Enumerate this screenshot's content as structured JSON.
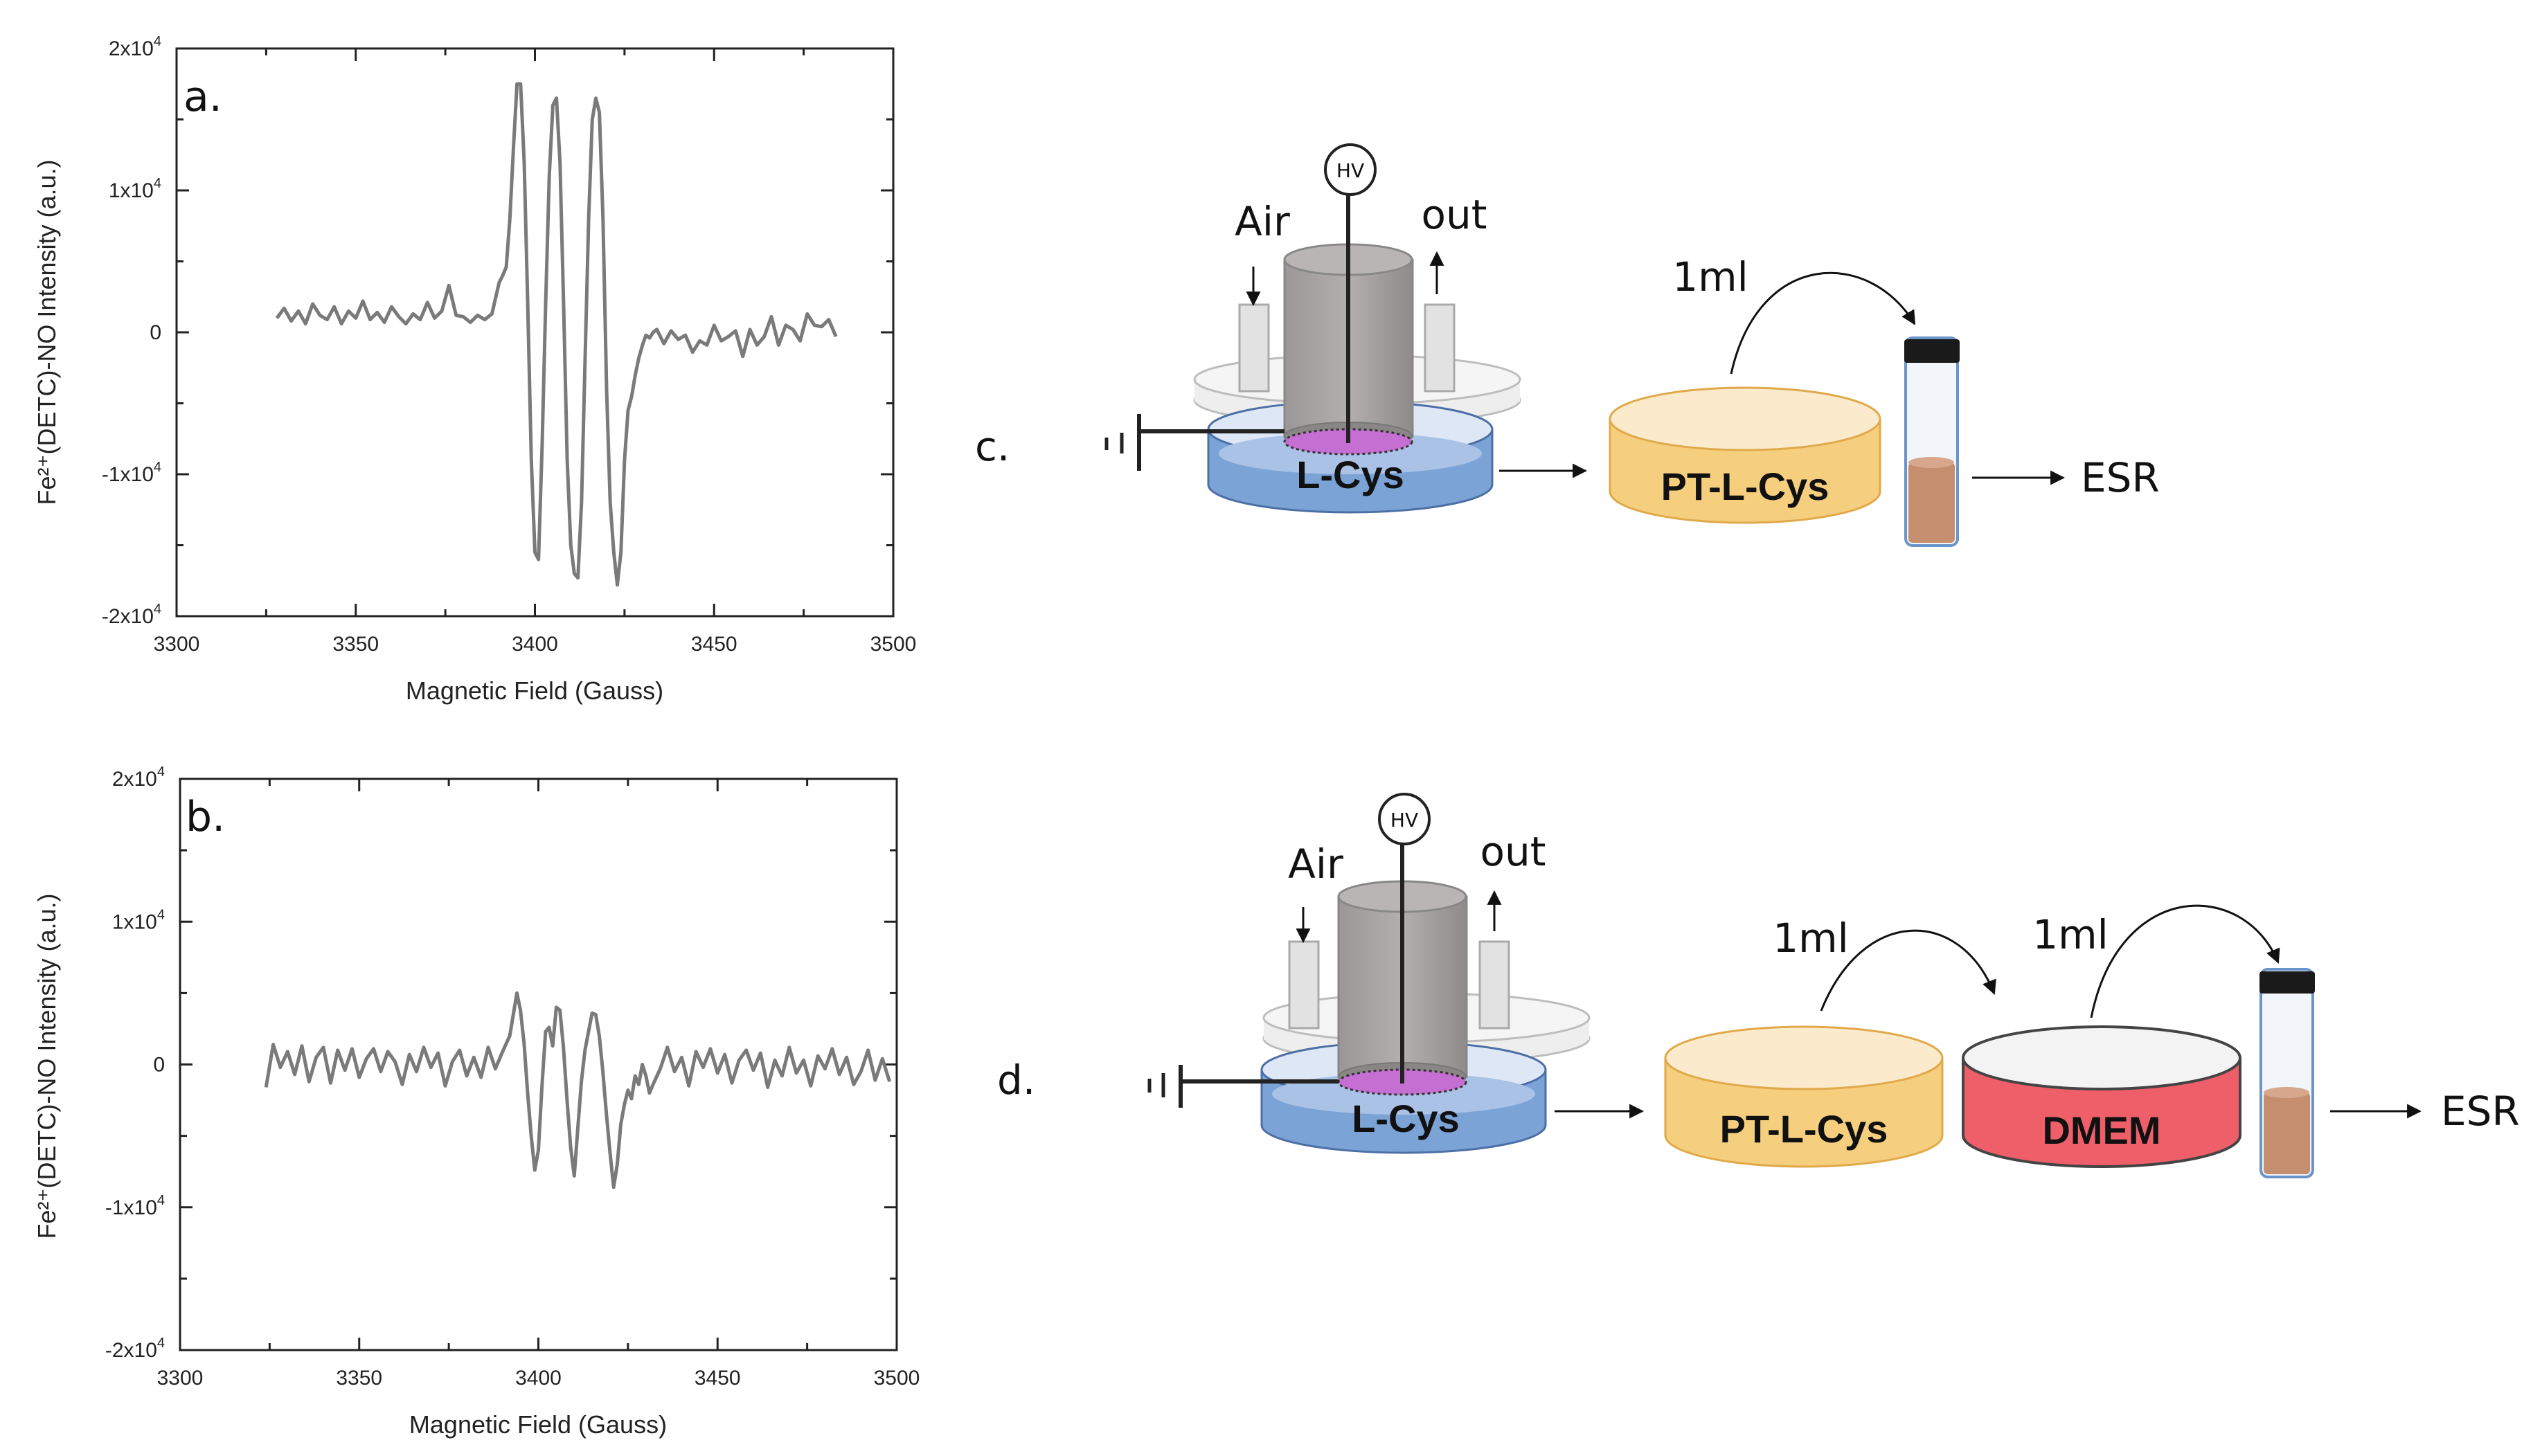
{
  "panels": {
    "a": "a.",
    "b": "b.",
    "c": "c.",
    "d": "d."
  },
  "colors": {
    "trace": "#7a7a7a",
    "lcys": "#7ba3d6",
    "ptlcys": "#f5cf7e",
    "dmem": "#ee5f6a",
    "vial_liquid": "#c58e6f",
    "cylinder": "#a8a4a4"
  },
  "chart_data": [
    {
      "type": "line",
      "panel": "a.",
      "xlabel": "Magnetic Field (Gauss)",
      "ylabel": "Fe²⁺(DETC)-NO Intensity (a.u.)",
      "xlim": [
        3300,
        3500
      ],
      "ylim": [
        -20000,
        20000
      ],
      "xticks": [
        "3300",
        "3350",
        "3400",
        "3450",
        "3500"
      ],
      "yticks": [
        {
          "base": "2x10",
          "exp": "4"
        },
        {
          "base": "1x10",
          "exp": "4"
        },
        {
          "base": "0",
          "exp": ""
        },
        {
          "base": "-1x10",
          "exp": "4"
        },
        {
          "base": "-2x10",
          "exp": "4"
        }
      ],
      "series": [
        {
          "x": [
            3328,
            3330,
            3332,
            3334,
            3336,
            3338,
            3340,
            3342,
            3344,
            3346,
            3348,
            3350,
            3352,
            3354,
            3356,
            3358,
            3360,
            3362,
            3364,
            3366,
            3368,
            3370,
            3372,
            3374,
            3376,
            3378,
            3380,
            3382,
            3384,
            3386,
            3388,
            3390,
            3391,
            3392,
            3393,
            3394,
            3395,
            3396,
            3397,
            3398,
            3399,
            3400,
            3401,
            3402,
            3403,
            3404,
            3405,
            3406,
            3407,
            3408,
            3409,
            3410,
            3411,
            3412,
            3413,
            3414,
            3415,
            3416,
            3417,
            3418,
            3419,
            3420,
            3421,
            3422,
            3423,
            3424,
            3425,
            3426,
            3427,
            3428,
            3429,
            3430,
            3431,
            3432,
            3433,
            3434,
            3436,
            3438,
            3440,
            3442,
            3444,
            3446,
            3448,
            3450,
            3452,
            3454,
            3456,
            3458,
            3460,
            3462,
            3464,
            3466,
            3468,
            3470,
            3472,
            3474,
            3476,
            3478,
            3480,
            3482,
            3484
          ],
          "y": [
            1000,
            1700,
            800,
            1500,
            600,
            2000,
            1200,
            900,
            1800,
            600,
            1500,
            1000,
            2200,
            900,
            1400,
            700,
            1800,
            1100,
            600,
            1300,
            900,
            2100,
            1000,
            1500,
            3300,
            1200,
            1100,
            700,
            1200,
            900,
            1300,
            3500,
            4000,
            4600,
            8000,
            13000,
            17500,
            17500,
            12000,
            2000,
            -9000,
            -15500,
            -16000,
            -8000,
            2000,
            11000,
            16000,
            16500,
            12000,
            2000,
            -9000,
            -15000,
            -17000,
            -17300,
            -12000,
            -2000,
            8000,
            15000,
            16500,
            15500,
            8000,
            -4000,
            -12000,
            -15500,
            -17800,
            -15500,
            -9000,
            -5500,
            -4500,
            -3000,
            -1800,
            -900,
            -200,
            -400,
            0,
            200,
            -800,
            100,
            -500,
            -200,
            -1400,
            -600,
            -900,
            500,
            -600,
            -300,
            100,
            -1700,
            200,
            -900,
            -300,
            1100,
            -900,
            500,
            200,
            -600,
            1300,
            500,
            400,
            900,
            -300
          ]
        }
      ]
    },
    {
      "type": "line",
      "panel": "b.",
      "xlabel": "Magnetic Field (Gauss)",
      "ylabel": "Fe²⁺(DETC)-NO Intensity (a.u.)",
      "xlim": [
        3300,
        3500
      ],
      "ylim": [
        -20000,
        20000
      ],
      "xticks": [
        "3300",
        "3350",
        "3400",
        "3450",
        "3500"
      ],
      "yticks": [
        {
          "base": "2x10",
          "exp": "4"
        },
        {
          "base": "1x10",
          "exp": "4"
        },
        {
          "base": "0",
          "exp": ""
        },
        {
          "base": "-1x10",
          "exp": "4"
        },
        {
          "base": "-2x10",
          "exp": "4"
        }
      ],
      "series": [
        {
          "x": [
            3324,
            3326,
            3328,
            3330,
            3332,
            3334,
            3336,
            3338,
            3340,
            3342,
            3344,
            3346,
            3348,
            3350,
            3352,
            3354,
            3356,
            3358,
            3360,
            3362,
            3364,
            3366,
            3368,
            3370,
            3372,
            3374,
            3376,
            3378,
            3380,
            3382,
            3384,
            3386,
            3388,
            3390,
            3392,
            3393,
            3394,
            3395,
            3396,
            3397,
            3398,
            3399,
            3400,
            3401,
            3402,
            3403,
            3404,
            3405,
            3406,
            3407,
            3408,
            3409,
            3410,
            3411,
            3412,
            3413,
            3414,
            3415,
            3416,
            3417,
            3418,
            3419,
            3420,
            3421,
            3422,
            3423,
            3424,
            3425,
            3426,
            3427,
            3428,
            3429,
            3430,
            3431,
            3432,
            3434,
            3436,
            3438,
            3440,
            3442,
            3444,
            3446,
            3448,
            3450,
            3452,
            3454,
            3456,
            3458,
            3460,
            3462,
            3464,
            3466,
            3468,
            3470,
            3472,
            3474,
            3476,
            3478,
            3480,
            3482,
            3484,
            3486,
            3488,
            3490,
            3492,
            3494,
            3496,
            3498
          ],
          "y": [
            -1600,
            1400,
            -200,
            900,
            -700,
            1300,
            -1200,
            500,
            1200,
            -1300,
            1000,
            -400,
            1100,
            -900,
            400,
            1100,
            -500,
            900,
            200,
            -1400,
            700,
            -500,
            1200,
            -200,
            800,
            -1500,
            200,
            1000,
            -800,
            500,
            -900,
            1200,
            -300,
            900,
            2000,
            3500,
            5000,
            3800,
            1500,
            -2000,
            -5000,
            -7400,
            -6000,
            -1500,
            2300,
            2600,
            1300,
            4000,
            3800,
            1200,
            -2500,
            -5800,
            -7800,
            -4500,
            -1200,
            1000,
            2300,
            3600,
            3500,
            2000,
            -500,
            -3500,
            -6200,
            -8600,
            -7000,
            -4200,
            -2800,
            -1800,
            -2400,
            -800,
            -1400,
            0,
            -800,
            -2000,
            -1400,
            -300,
            1200,
            -500,
            500,
            -1500,
            900,
            -200,
            1100,
            -600,
            700,
            -1300,
            300,
            1000,
            -400,
            800,
            -1600,
            300,
            -800,
            1200,
            -600,
            300,
            -1500,
            600,
            -300,
            1100,
            -700,
            500,
            -1400,
            -500,
            1000,
            -1100,
            400,
            -1200
          ]
        }
      ]
    }
  ],
  "diagram_c": {
    "hv": "HV",
    "air": "Air",
    "out": "out",
    "vessel": "L-Cys",
    "dish": "PT-L-Cys",
    "transfer": "1ml",
    "esr": "ESR"
  },
  "diagram_d": {
    "hv": "HV",
    "air": "Air",
    "out": "out",
    "vessel": "L-Cys",
    "dish": "PT-L-Cys",
    "dish2": "DMEM",
    "transfer1": "1ml",
    "transfer2": "1ml",
    "esr": "ESR"
  }
}
